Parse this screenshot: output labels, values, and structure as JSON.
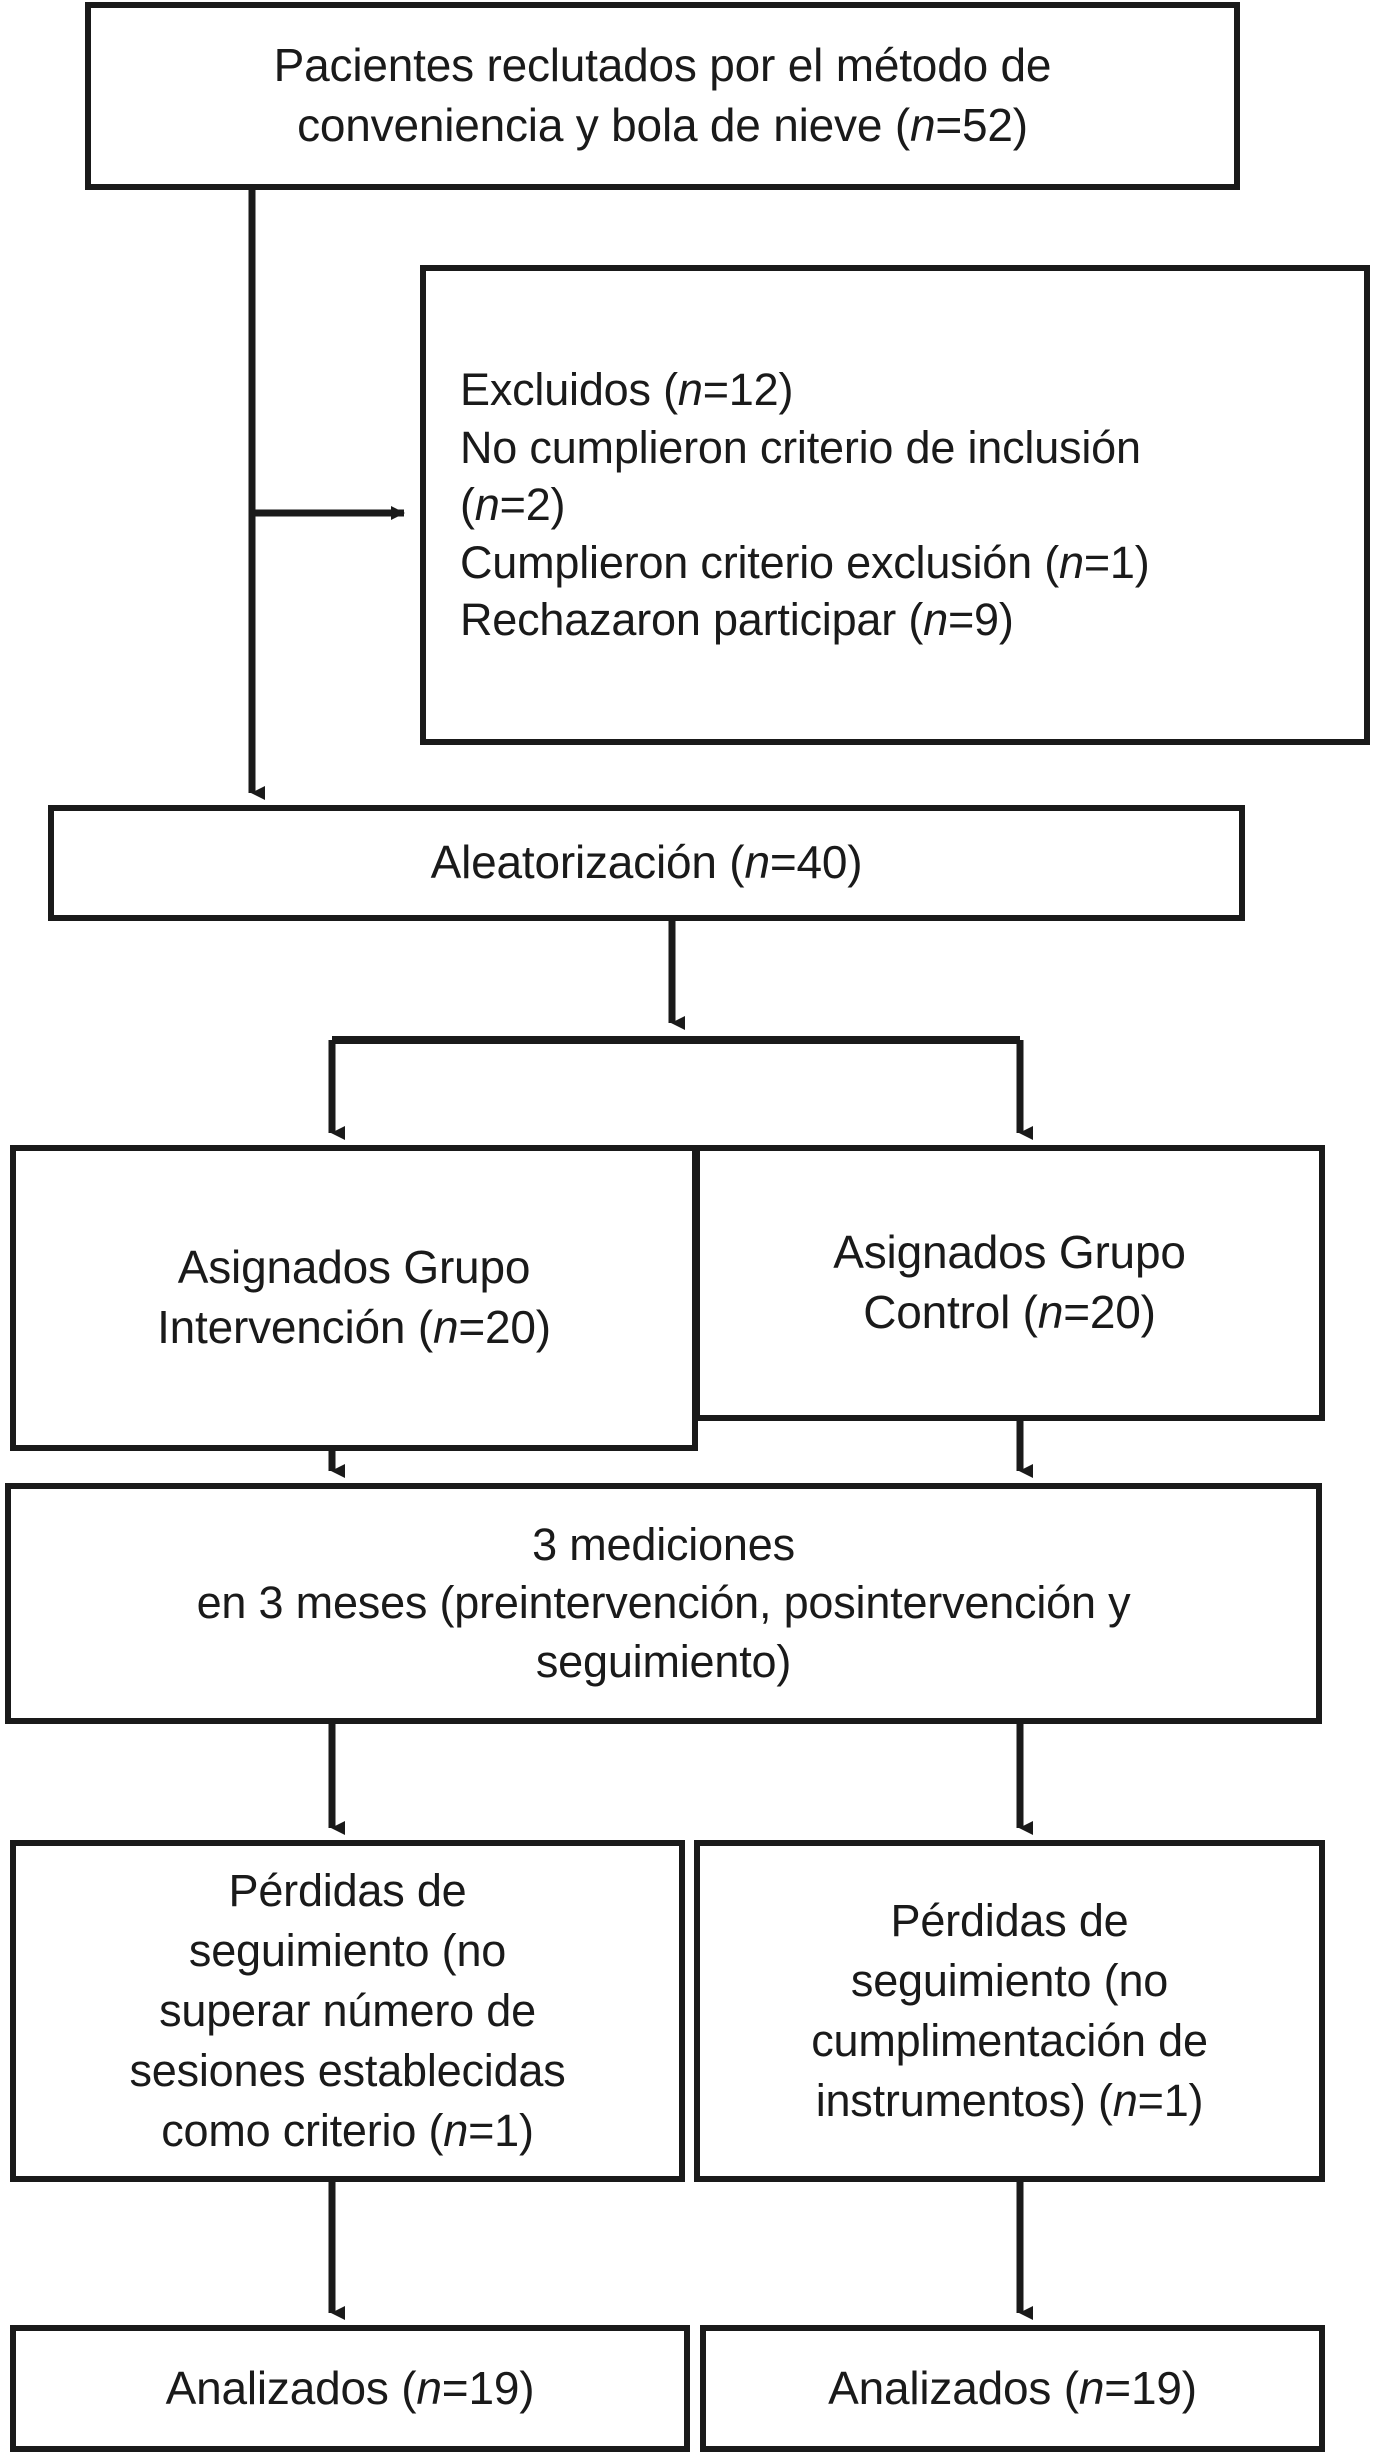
{
  "diagram": {
    "title": "Diagrama de flujo CONSORT del estudio",
    "line_color": "#1a1a1a",
    "background_color": "#ffffff",
    "nodes": {
      "recruited": {
        "line1": "Pacientes reclutados por el método de",
        "line2_pre": "conveniencia y bola de nieve (",
        "n_label": "n",
        "line2_post": "=52)",
        "full_text": "Pacientes reclutados por el método de conveniencia y bola de nieve (n=52)"
      },
      "excluded": {
        "l1_pre": "Excluidos (",
        "l1_post": "=12)",
        "l2": "No cumplieron criterio de inclusión",
        "l3_pre": "   (",
        "l3_post": "=2)",
        "l4_pre": "Cumplieron criterio  exclusión (",
        "l4_post": "=1)",
        "l5_pre": " Rechazaron participar (",
        "l5_post": "=9)",
        "n_label": "n",
        "full_text": "Excluidos (n=12) No cumplieron criterio de inclusión (n=2) Cumplieron criterio  exclusión (n=1) Rechazaron participar (n=9)"
      },
      "randomization": {
        "pre": "Aleatorización (",
        "n_label": "n",
        "post": "=40)",
        "full_text": "Aleatorización (n=40)"
      },
      "group_intervention": {
        "l1": "Asignados Grupo",
        "l2_pre": "Intervención (",
        "n_label": "n",
        "l2_post": "=20)",
        "full_text": "Asignados Grupo Intervención (n=20)"
      },
      "group_control": {
        "l1": "Asignados Grupo",
        "l2_pre": "Control (",
        "n_label": "n",
        "l2_post": "=20)",
        "full_text": "Asignados Grupo Control (n=20)"
      },
      "measures": {
        "l1": "3 mediciones",
        "l2": "en 3 meses (preintervención, posintervención y",
        "l3": "seguimiento)",
        "full_text": "3 mediciones en 3 meses (preintervención, posintervención y seguimiento)"
      },
      "loss_intervention": {
        "l1": "Pérdidas de",
        "l2": "seguimiento (no",
        "l3": "superar número de",
        "l4": "sesiones establecidas",
        "l5_pre": "como criterio (",
        "n_label": "n",
        "l5_post": "=1)",
        "full_text": "Pérdidas de seguimiento (no superar número de sesiones establecidas como criterio (n=1)"
      },
      "loss_control": {
        "l1": "Pérdidas de",
        "l2": "seguimiento (no",
        "l3": "cumplimentación de",
        "l4_pre": "instrumentos) (",
        "n_label": "n",
        "l4_post": "=1)",
        "full_text": "Pérdidas de seguimiento (no cumplimentación de instrumentos) (n=1)"
      },
      "analyzed_intervention": {
        "pre": "Analizados (",
        "n_label": "n",
        "post": "=19)",
        "full_text": "Analizados (n=19)"
      },
      "analyzed_control": {
        "pre": "Analizados (",
        "n_label": "n",
        "post": "=19)",
        "full_text": "Analizados (n=19)"
      }
    },
    "counts": {
      "recruited": 52,
      "excluded_total": 12,
      "excluded_not_meeting_inclusion": 2,
      "excluded_meeting_exclusion": 1,
      "excluded_refused": 9,
      "randomized": 40,
      "assigned_intervention": 20,
      "assigned_control": 20,
      "lost_intervention": 1,
      "lost_control": 1,
      "analyzed_intervention": 19,
      "analyzed_control": 19,
      "measurements": 3,
      "months": 3
    },
    "edges": [
      {
        "name": "recruited-to-excluded",
        "type": "elbow-right-arrow"
      },
      {
        "name": "recruited-to-randomization",
        "type": "vertical-arrow"
      },
      {
        "name": "randomization-split",
        "type": "tee-split-two-arrows"
      },
      {
        "name": "intervention-to-measures",
        "type": "vertical-arrow"
      },
      {
        "name": "control-to-measures",
        "type": "vertical-arrow"
      },
      {
        "name": "measures-to-loss-left",
        "type": "vertical-arrow"
      },
      {
        "name": "measures-to-loss-right",
        "type": "vertical-arrow"
      },
      {
        "name": "loss-left-to-analyzed-left",
        "type": "vertical-arrow"
      },
      {
        "name": "loss-right-to-analyzed-right",
        "type": "vertical-arrow"
      }
    ]
  }
}
